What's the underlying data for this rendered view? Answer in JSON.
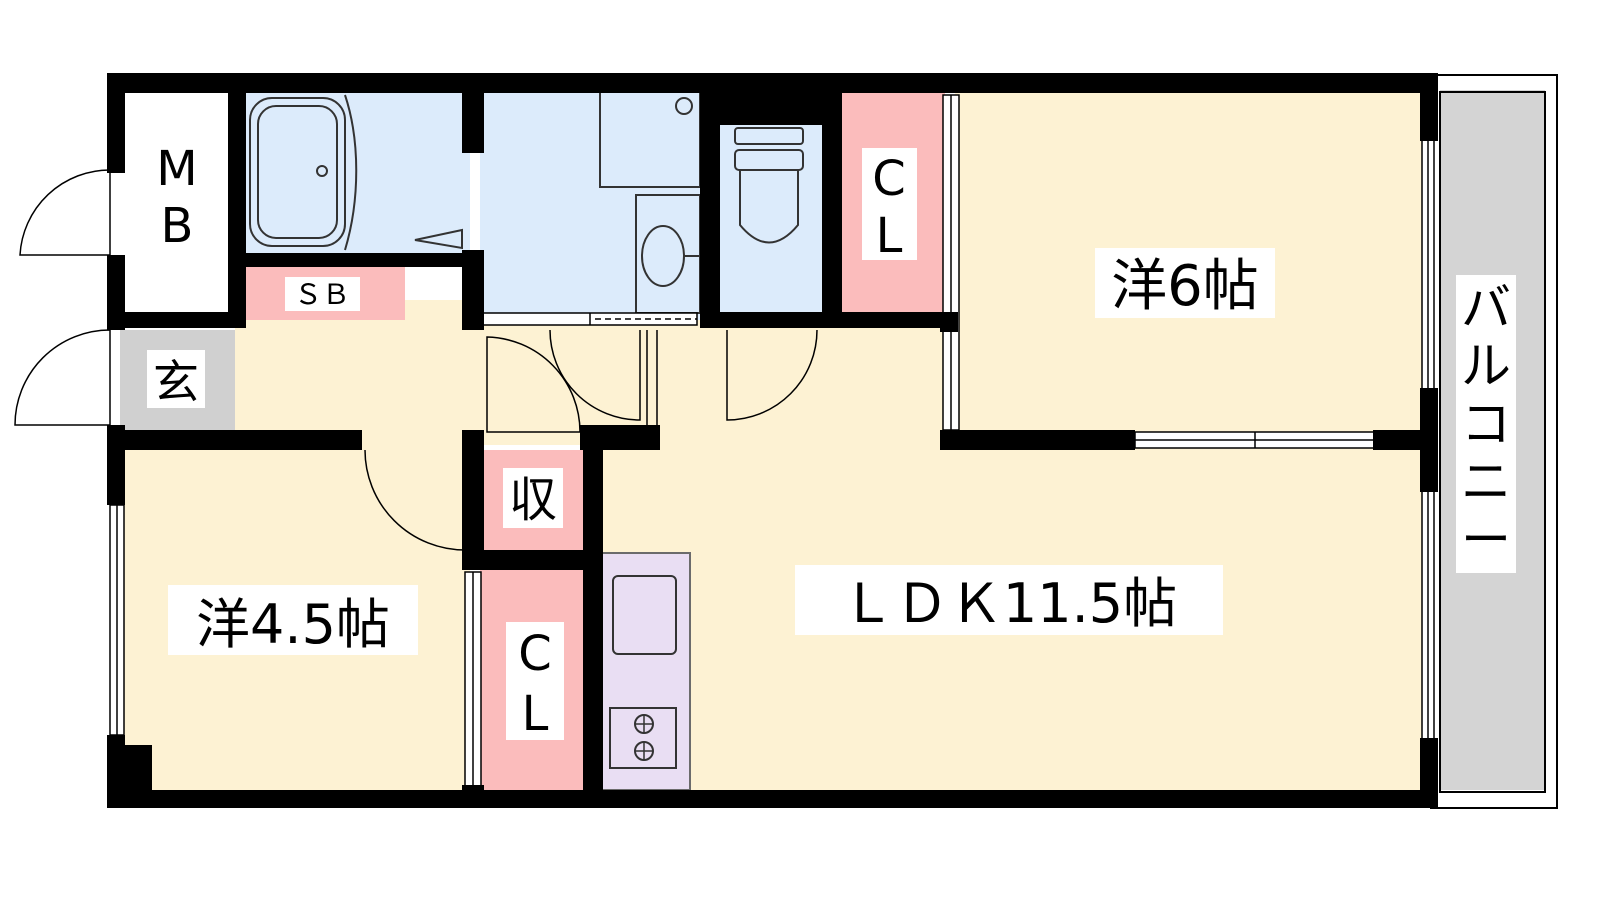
{
  "rooms": {
    "mb": {
      "line1": "M",
      "line2": "B"
    },
    "sb": "ＳＢ",
    "entrance": "玄",
    "cl_top": {
      "line1": "C",
      "line2": "L"
    },
    "western_6": "洋6帖",
    "balcony": [
      "バ",
      "ル",
      "コ",
      "ニ",
      "ー"
    ],
    "storage": "収",
    "western_45": "洋4.5帖",
    "cl_bottom": {
      "line1": "C",
      "line2": "L"
    },
    "ldk": "ＬＤＫ11.5帖"
  },
  "colors": {
    "wall": "#000000",
    "room_floor": "#fdf2d3",
    "bath": "#dcebfb",
    "closet": "#fbbcbc",
    "kitchen": "#e9def3",
    "balcony": "#d4d4d4",
    "entrance": "#d0d0d0",
    "label_bg": "#ffffff"
  }
}
